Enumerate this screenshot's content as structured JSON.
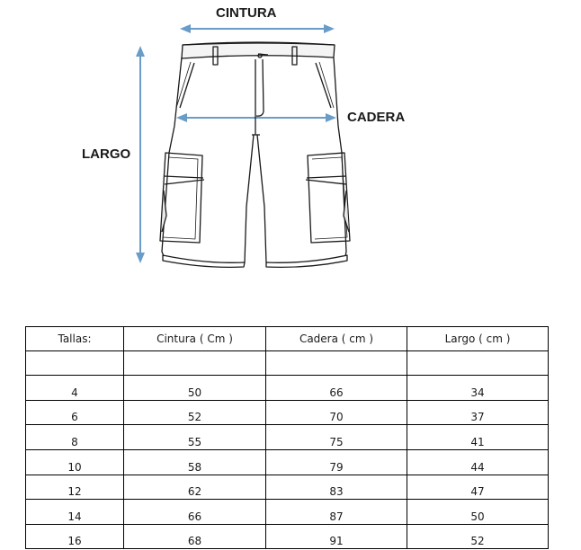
{
  "diagram": {
    "labels": {
      "cintura": "CINTURA",
      "cadera": "CADERA",
      "largo": "LARGO"
    },
    "arrow_color": "#6a9cc8",
    "line_color": "#1a1a1a"
  },
  "table": {
    "headers": [
      "Tallas:",
      "Cintura ( Cm )",
      "Cadera ( cm )",
      "Largo ( cm )"
    ],
    "rows": [
      [
        "",
        "",
        "",
        ""
      ],
      [
        "4",
        "50",
        "66",
        "34"
      ],
      [
        "6",
        "52",
        "70",
        "37"
      ],
      [
        "8",
        "55",
        "75",
        "41"
      ],
      [
        "10",
        "58",
        "79",
        "44"
      ],
      [
        "12",
        "62",
        "83",
        "47"
      ],
      [
        "14",
        "66",
        "87",
        "50"
      ],
      [
        "16",
        "68",
        "91",
        "52"
      ]
    ]
  }
}
